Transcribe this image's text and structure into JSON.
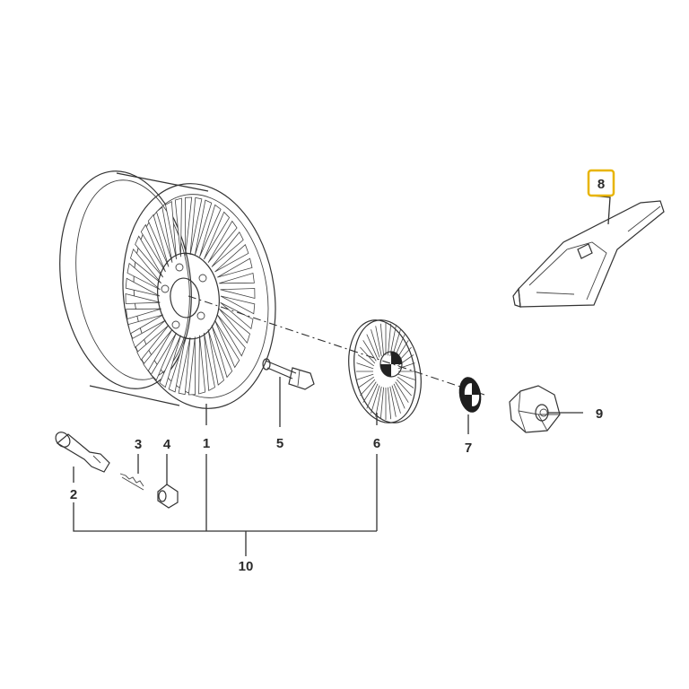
{
  "callouts": [
    {
      "id": "1",
      "text": "1"
    },
    {
      "id": "2",
      "text": "2"
    },
    {
      "id": "3",
      "text": "3"
    },
    {
      "id": "4",
      "text": "4"
    },
    {
      "id": "5",
      "text": "5"
    },
    {
      "id": "6",
      "text": "6"
    },
    {
      "id": "7",
      "text": "7"
    },
    {
      "id": "8",
      "text": "8",
      "highlighted": true
    },
    {
      "id": "9",
      "text": "9"
    },
    {
      "id": "10",
      "text": "10"
    }
  ],
  "colors": {
    "highlight_border": "#e8b400",
    "line": "#333333",
    "background": "#ffffff"
  }
}
